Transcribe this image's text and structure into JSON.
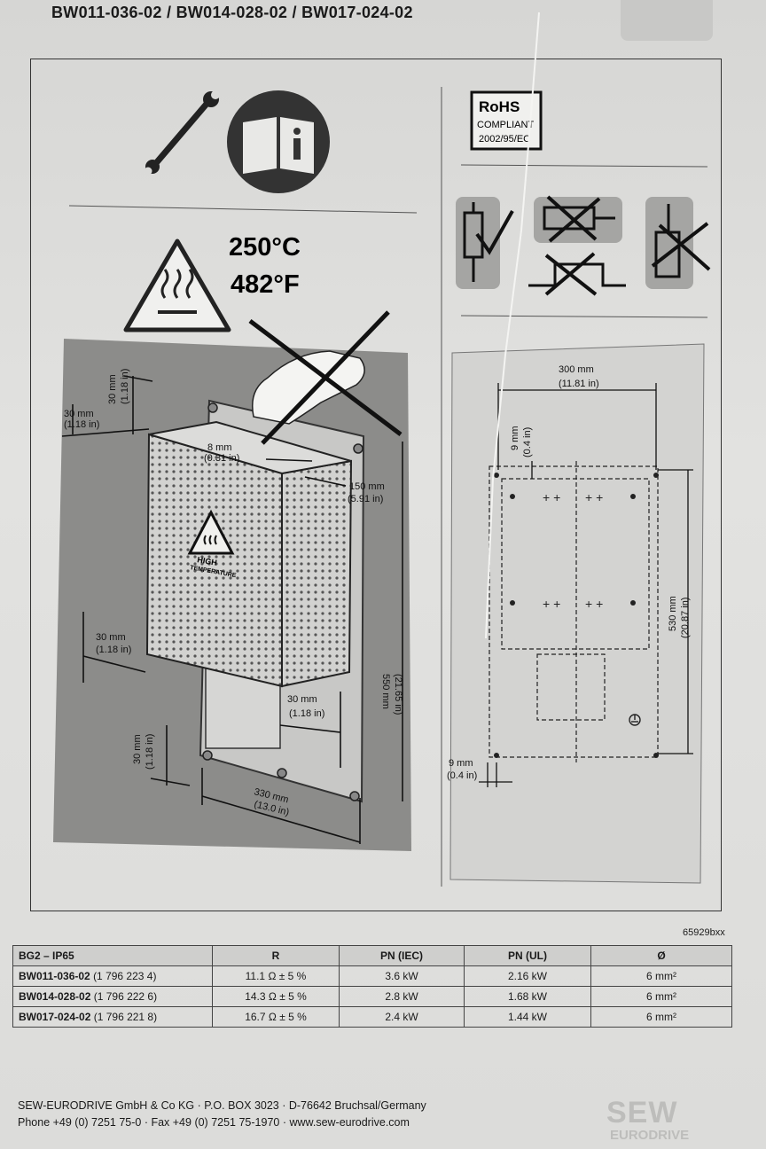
{
  "header": {
    "title": "BW011-036-02 / BW014-028-02 / BW017-024-02"
  },
  "warnings": {
    "temp_c": "250°C",
    "temp_f": "482°F",
    "badge_line1": "HIGH",
    "badge_line2": "TEMPERATURE"
  },
  "rohs": {
    "line1": "RoHS",
    "line2": "COMPLIANT",
    "line3": "2002/95/EC"
  },
  "left_dims": {
    "top_clear_mm": "30 mm",
    "top_clear_in": "(1.18 in)",
    "side_top_mm": "30 mm",
    "side_top_in": "(1.18 in)",
    "gap_mm": "8 mm",
    "gap_in": "(0.31 in)",
    "depth_mm": "150 mm",
    "depth_in": "(5.91 in)",
    "left_clear_mm": "30 mm",
    "left_clear_in": "(1.18 in)",
    "height_mm": "550 mm",
    "height_in": "(21.65 in)",
    "right_clear_mm": "30 mm",
    "right_clear_in": "(1.18 in)",
    "bottom_clear_mm": "30 mm",
    "bottom_clear_in": "(1.18 in)",
    "width_mm": "330 mm",
    "width_in": "(13.0 in)"
  },
  "right_dims": {
    "hole_spacing_mm": "300 mm",
    "hole_spacing_in": "(11.81 in)",
    "top_offset_mm": "9 mm",
    "top_offset_in": "(0.4 in)",
    "height_mm": "530 mm",
    "height_in": "(20.87 in)",
    "side_offset_mm": "9 mm",
    "side_offset_in": "(0.4 in)"
  },
  "figure_ref": "65929bxx",
  "table": {
    "headers": [
      "BG2 – IP65",
      "R",
      "PN (IEC)",
      "PN (UL)",
      "Ø"
    ],
    "rows": [
      {
        "model": "BW011-036-02",
        "part": "(1 796 223 4)",
        "r": "11.1 Ω ± 5 %",
        "pn_iec": "3.6 kW",
        "pn_ul": "2.16 kW",
        "cross": "6 mm²"
      },
      {
        "model": "BW014-028-02",
        "part": "(1 796 222 6)",
        "r": "14.3 Ω ± 5 %",
        "pn_iec": "2.8 kW",
        "pn_ul": "1.68 kW",
        "cross": "6 mm²"
      },
      {
        "model": "BW017-024-02",
        "part": "(1 796 221 8)",
        "r": "16.7 Ω ± 5 %",
        "pn_iec": "2.4 kW",
        "pn_ul": "1.44 kW",
        "cross": "6 mm²"
      }
    ]
  },
  "footer": {
    "line1": "SEW-EURODRIVE GmbH & Co KG · P.O. BOX 3023 · D-76642 Bruchsal/Germany",
    "line2": "Phone +49 (0) 7251 75-0 · Fax +49 (0) 7251 75-1970 · www.sew-eurodrive.com"
  },
  "logo": {
    "main": "SEW",
    "sub": "EURODRIVE"
  },
  "icons": [
    "wrench-icon",
    "manual-info-icon",
    "hot-surface-warning-icon",
    "mounting-orientation-icons"
  ]
}
